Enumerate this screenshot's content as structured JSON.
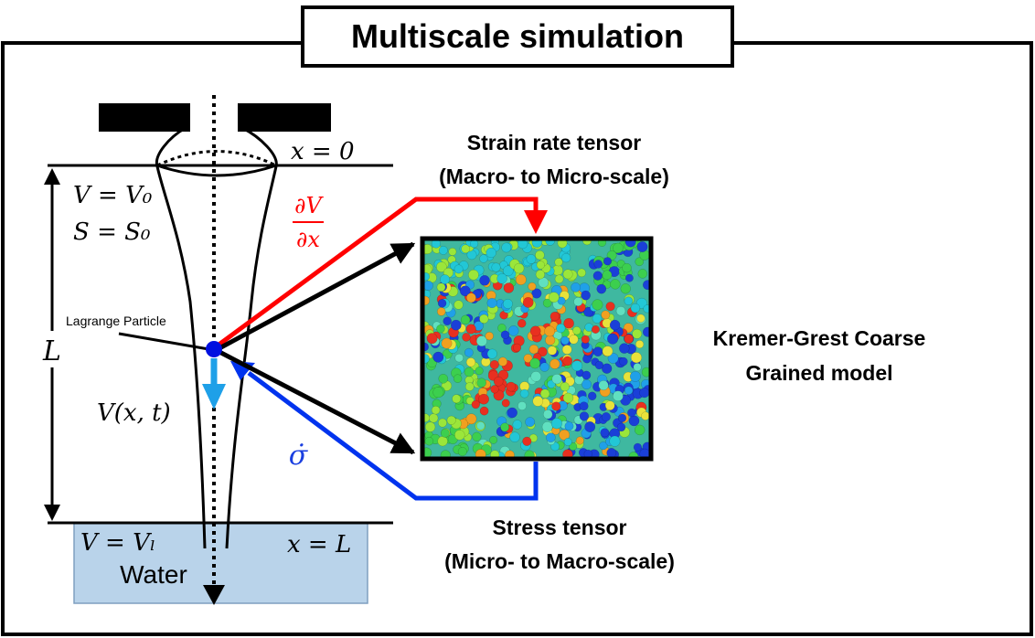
{
  "title": "Multiscale simulation",
  "labels": {
    "x_zero": "x = 0",
    "x_L": "x = L",
    "v0": "V = V₀",
    "s0": "S = S₀",
    "L": "L",
    "vxt": "V(x, t)",
    "vL": "V = Vₗ",
    "water": "Water",
    "lagrange": "Lagrange Particle",
    "dV": "∂V",
    "dx": "∂x",
    "sigma_dot": "σ̇",
    "strain_line1": "Strain rate tensor",
    "strain_line2": "(Macro- to Micro-scale)",
    "stress_line1": "Stress tensor",
    "stress_line2": "(Micro- to Macro-scale)",
    "model_line1": "Kremer-Grest Coarse",
    "model_line2": "Grained model"
  },
  "colors": {
    "strain": "#ff0000",
    "stress": "#0033ee",
    "stress_label": "#1a3fe0",
    "particle": "#0010e0",
    "down_arrow": "#1ea0e8",
    "water": "#b9d3ea",
    "water_border": "#7f9fc0"
  }
}
